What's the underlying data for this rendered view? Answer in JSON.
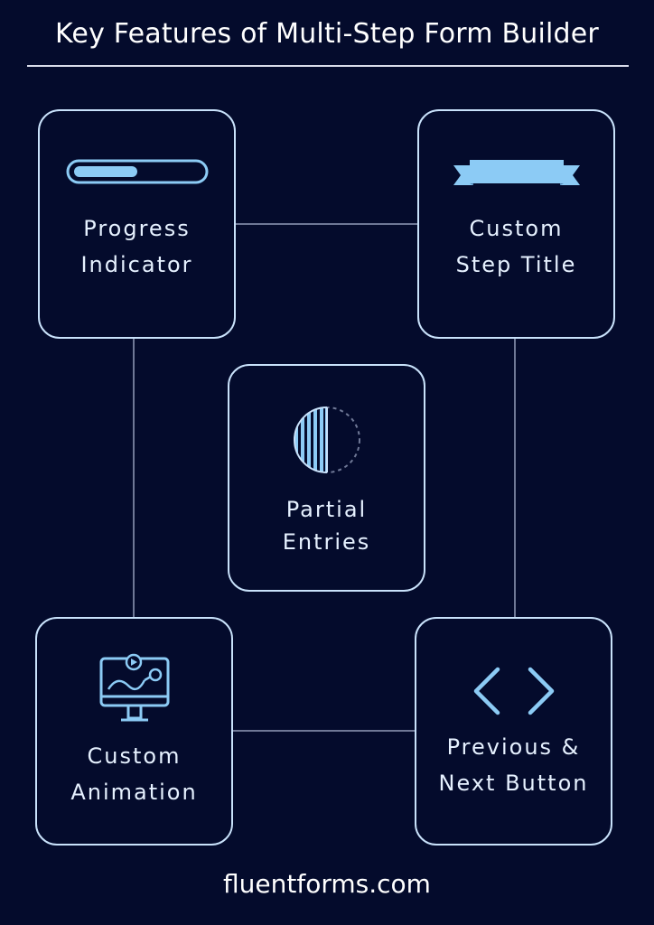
{
  "title": "Key Features of Multi-Step Form Builder",
  "footer": "fluentforms.com",
  "colors": {
    "background": "#040b2c",
    "card_border": "#c9e2fb",
    "icon_fill": "#8ccbf5",
    "connector": "#6f7896",
    "text": "#ffffff"
  },
  "cards": {
    "progress": {
      "line1": "Progress",
      "line2": "Indicator",
      "icon": "progress-bar-icon",
      "progress_fraction": 0.5
    },
    "step_title": {
      "line1": "Custom",
      "line2": "Step Title",
      "icon": "ribbon-banner-icon"
    },
    "partial": {
      "line1": "Partial",
      "line2": "Entries",
      "icon": "half-circle-icon"
    },
    "animation": {
      "line1": "Custom",
      "line2": "Animation",
      "icon": "animation-monitor-icon"
    },
    "nav": {
      "line1": "Previous &",
      "line2": "Next Button",
      "icon": "chevron-left-right-icon"
    }
  }
}
